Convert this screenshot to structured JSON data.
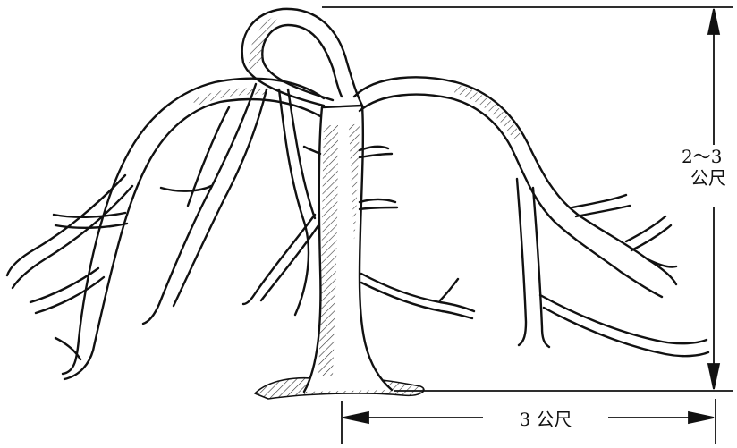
{
  "figure": {
    "height_label_line1": "2～3",
    "height_label_line2": "公尺",
    "width_label": "3 公尺"
  },
  "colors": {
    "ink": "#111111",
    "background": "#ffffff",
    "hatch": "#333333"
  }
}
